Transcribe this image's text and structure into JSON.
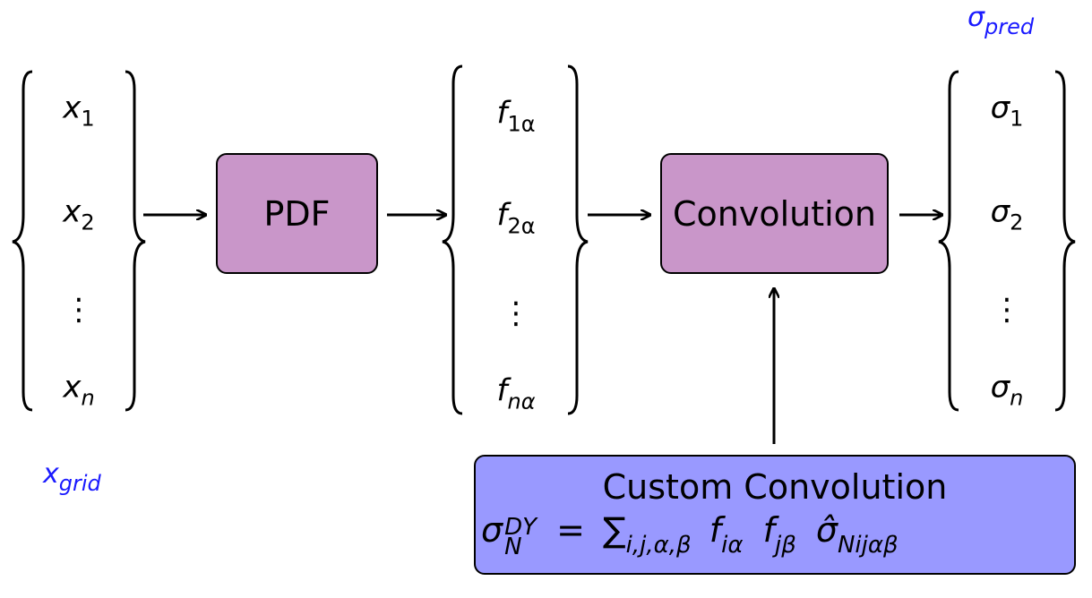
{
  "labels": {
    "x_grid_main": "x",
    "x_grid_sub": "grid",
    "sigma_pred_main": "σ",
    "sigma_pred_sub": "pred"
  },
  "left_vector": {
    "items": [
      {
        "main": "x",
        "sub": "1"
      },
      {
        "main": "x",
        "sub": "2"
      },
      {
        "main": "⋮",
        "sub": ""
      },
      {
        "main": "x",
        "sub": "n"
      }
    ]
  },
  "middle_vector": {
    "items": [
      {
        "main": "f",
        "sub": "1α"
      },
      {
        "main": "f",
        "sub": "2α"
      },
      {
        "main": "⋮",
        "sub": ""
      },
      {
        "main": "f",
        "sub": "nα"
      }
    ]
  },
  "right_vector": {
    "items": [
      {
        "main": "σ",
        "sub": "1"
      },
      {
        "main": "σ",
        "sub": "2"
      },
      {
        "main": "⋮",
        "sub": ""
      },
      {
        "main": "σ",
        "sub": "n"
      }
    ]
  },
  "boxes": {
    "pdf": "PDF",
    "convolution": "Convolution"
  },
  "custom_convolution": {
    "title": "Custom Convolution",
    "sigma": "σ",
    "sup": "DY",
    "sub": "N",
    "equals": "=",
    "sum": "∑",
    "sum_sub": "i,j,α,β",
    "f1": "f",
    "f1_sub": "iα",
    "f2": "f",
    "f2_sub": "jβ",
    "sigma_hat": "σ̂",
    "sigma_hat_sub": "Nijαβ"
  },
  "colors": {
    "box_fill": "#c996c9",
    "custom_fill": "#9999ff",
    "label_blue": "#1a1aff"
  }
}
